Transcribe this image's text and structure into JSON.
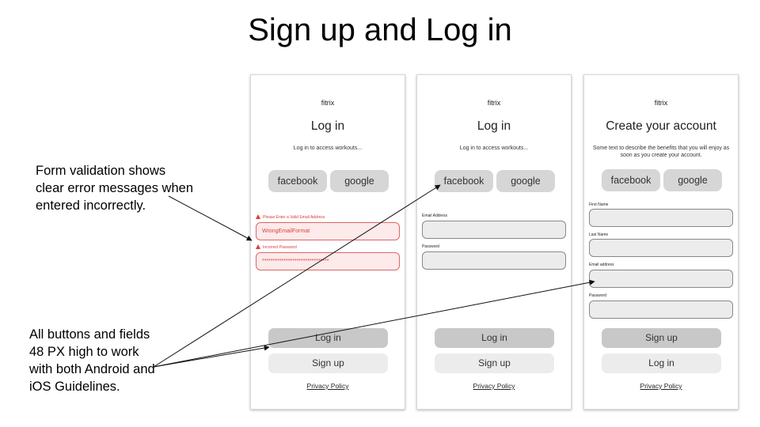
{
  "title": "Sign up and Log in",
  "notes": {
    "validation": "Form validation shows clear error messages when entered incorrectly.",
    "sizes": "All buttons and fields 48 PX high to work with both Android and iOS Guidelines."
  },
  "screens": {
    "login_error": {
      "brand": "fitrix",
      "heading": "Log in",
      "subtitle": "Log in to access workouts...",
      "social": {
        "facebook": "facebook",
        "google": "google"
      },
      "email_error": "Please Enter a Valid Email Address",
      "email_value": "WrongEmailFormat",
      "password_error": "Incorrect Password",
      "password_value": "*******************************",
      "primary": "Log in",
      "secondary": "Sign up",
      "privacy": "Privacy Policy"
    },
    "login": {
      "brand": "fitrix",
      "heading": "Log in",
      "subtitle": "Log in to access workouts...",
      "social": {
        "facebook": "facebook",
        "google": "google"
      },
      "email_label": "Email Address",
      "password_label": "Password",
      "primary": "Log in",
      "secondary": "Sign up",
      "privacy": "Privacy Policy"
    },
    "signup": {
      "brand": "fitrix",
      "heading": "Create your account",
      "subtitle": "Some text to describe the benefits that you will enjoy as soon as you create your account.",
      "social": {
        "facebook": "facebook",
        "google": "google"
      },
      "first_name_label": "First Name",
      "last_name_label": "Last Name",
      "email_label": "Email address",
      "password_label": "Password",
      "primary": "Sign up",
      "secondary": "Log in",
      "privacy": "Privacy Policy"
    }
  },
  "colors": {
    "error": "#e03b3b",
    "social_button": "#d6d6d6",
    "primary_button": "#c8c8c8",
    "secondary_button": "#ececec"
  }
}
